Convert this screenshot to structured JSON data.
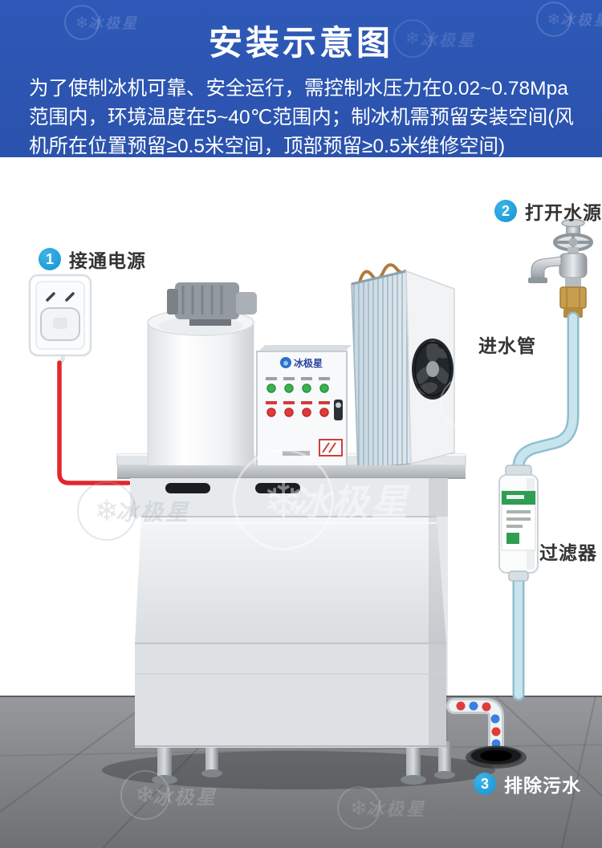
{
  "header": {
    "title": "安装示意图",
    "lines": [
      "为了使制冰机可靠、安全运行，需控制水压力在0.02~0.78Mpa",
      "范围内，环境温度在5~40℃范围内；制冰机需预留安装空间(风",
      "机所在位置预留≥0.5米空间，顶部预留≥0.5米维修空间)"
    ]
  },
  "steps": [
    {
      "number": "1",
      "label": "接通电源"
    },
    {
      "number": "2",
      "label": "打开水源"
    },
    {
      "number": "3",
      "label": "排除污水"
    }
  ],
  "labels": {
    "inlet_pipe": "进水管",
    "filter": "过滤器"
  },
  "machine": {
    "brand": "冰极星"
  },
  "watermark": {
    "text": "冰极星",
    "symbol": "❄"
  },
  "colors": {
    "header_bg": "#2d56b3",
    "step_badge": "#189fd8",
    "power_cable_red": "#e2262d",
    "water_pipe_blue": "#c8e4ee",
    "drain_dot_red": "#e03a3a",
    "drain_dot_blue": "#3a7fe0"
  }
}
